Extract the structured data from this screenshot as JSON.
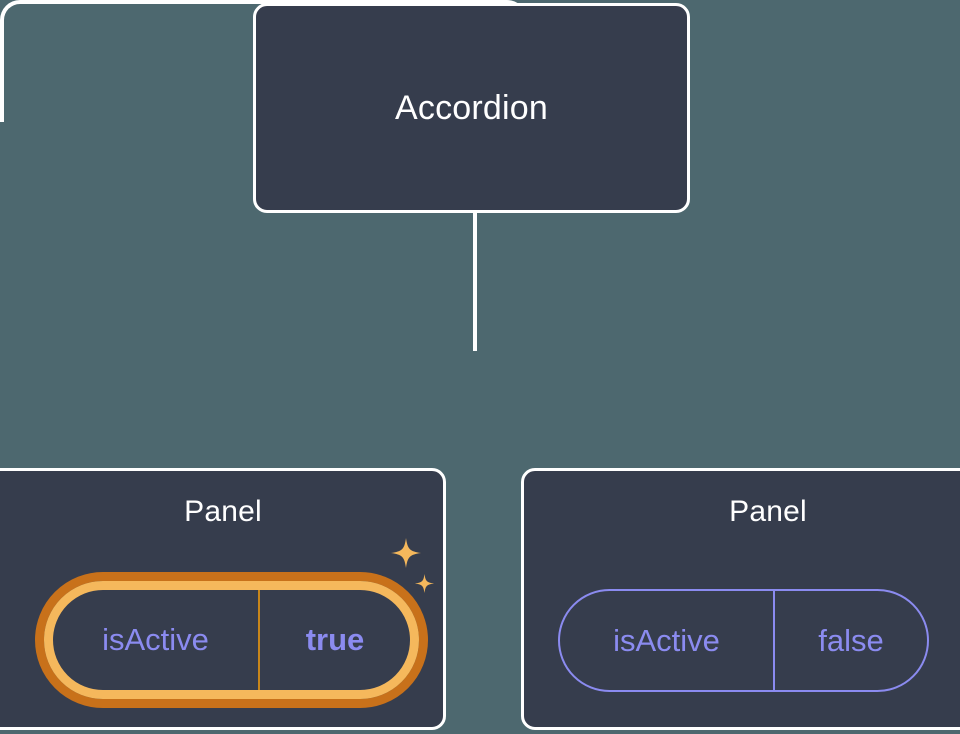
{
  "theme": {
    "background": "#4d686f",
    "node_fill": "#363d4d",
    "node_border": "#ffffff",
    "edge": "#ffffff",
    "prop_text": "#8b8bf0",
    "prop_border": "#8b8bf0",
    "highlight_outer": "#c8711a",
    "highlight_inner": "#f5b85c",
    "sparkle": "#f5b85c"
  },
  "tree": {
    "root": {
      "title": "Accordion"
    },
    "children": [
      {
        "title": "Panel",
        "highlighted": true,
        "prop": {
          "key": "isActive",
          "value": "true"
        }
      },
      {
        "title": "Panel",
        "highlighted": false,
        "prop": {
          "key": "isActive",
          "value": "false"
        }
      }
    ]
  },
  "icons": {
    "sparkle_large": "sparkle-icon",
    "sparkle_small": "sparkle-icon"
  }
}
